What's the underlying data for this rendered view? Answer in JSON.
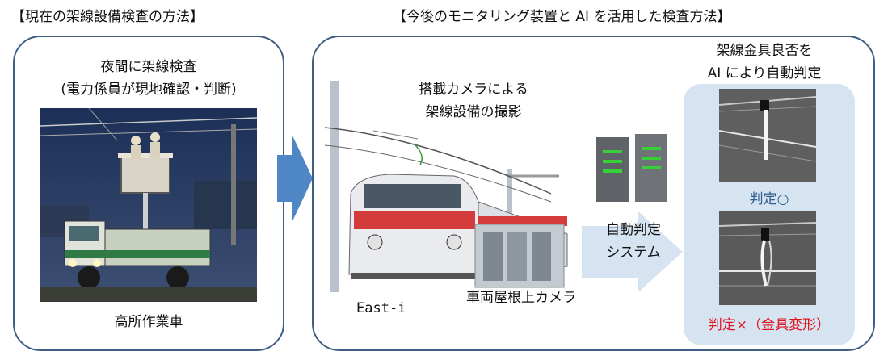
{
  "left": {
    "header": "【現在の架線設備検査の方法】",
    "title_line1": "夜間に架線検査",
    "title_line2": "(電力係員が現地確認・判断)",
    "caption": "高所作業車"
  },
  "right": {
    "header": "【今後のモニタリング装置と AI を活用した検査方法】",
    "camera_line1": "搭載カメラによる",
    "camera_line2": "架線設備の撮影",
    "train_label": "East-i",
    "roof_camera_label": "車両屋根上カメラ",
    "system_line1": "自動判定",
    "system_line2": "システム",
    "ai_line1": "架線金具良否を",
    "ai_line2": "AI により自動判定",
    "judge_ok": "判定○",
    "judge_ng": "判定×（金具変形）"
  },
  "colors": {
    "frame": "#3e5f83",
    "arrow": "#4f86c6",
    "ai_panel": "#d6e3f1",
    "ok_text": "#2f5f8f",
    "ng_text": "#e0141e"
  }
}
